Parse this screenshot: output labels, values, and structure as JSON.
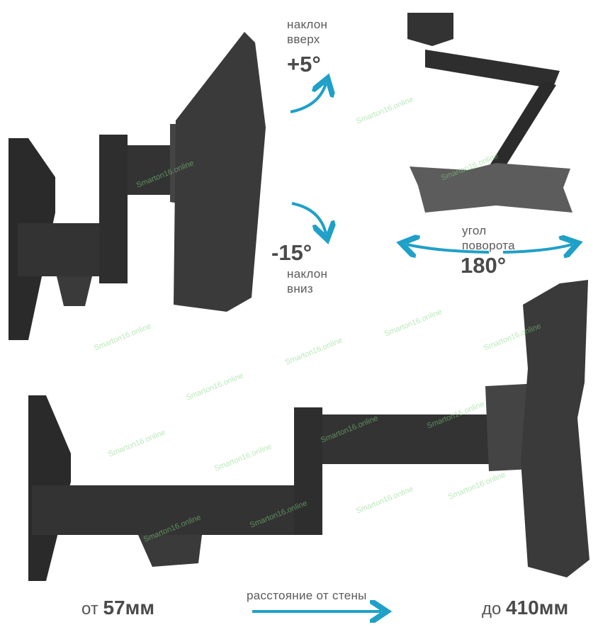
{
  "tilt_up": {
    "label": "наклон\nвверх",
    "value": "+5°"
  },
  "tilt_down": {
    "label": "наклон\nвниз",
    "value": "-15°"
  },
  "rotation": {
    "label": "угол\nповорота",
    "value": "180°"
  },
  "distance": {
    "caption": "расстояние от стены",
    "min_prefix": "от",
    "min_value": "57мм",
    "max_prefix": "до",
    "max_value": "410мм"
  },
  "watermark": "Smarton16.online",
  "colors": {
    "accent": "#1fa0c8",
    "metal": "#2b2b2b",
    "plate": "#3a3a3a",
    "text": "#555555"
  }
}
